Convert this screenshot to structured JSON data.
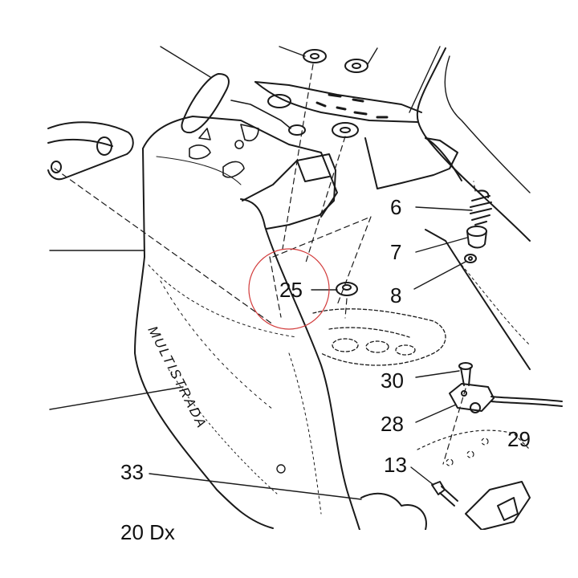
{
  "diagram": {
    "callouts": [
      {
        "id": "6",
        "text": "6"
      },
      {
        "id": "7",
        "text": "7"
      },
      {
        "id": "8",
        "text": "8"
      },
      {
        "id": "25",
        "text": "25"
      },
      {
        "id": "30",
        "text": "30"
      },
      {
        "id": "28",
        "text": "28"
      },
      {
        "id": "29",
        "text": "29"
      },
      {
        "id": "13",
        "text": "13"
      },
      {
        "id": "33",
        "text": "33"
      },
      {
        "id": "20dx",
        "text": "20 Dx"
      }
    ],
    "brand_text": "MULTISTRADA",
    "colors": {
      "line": "#1a1a1a",
      "fill": "#ffffff",
      "highlight_circle": "#d23b3b"
    }
  }
}
